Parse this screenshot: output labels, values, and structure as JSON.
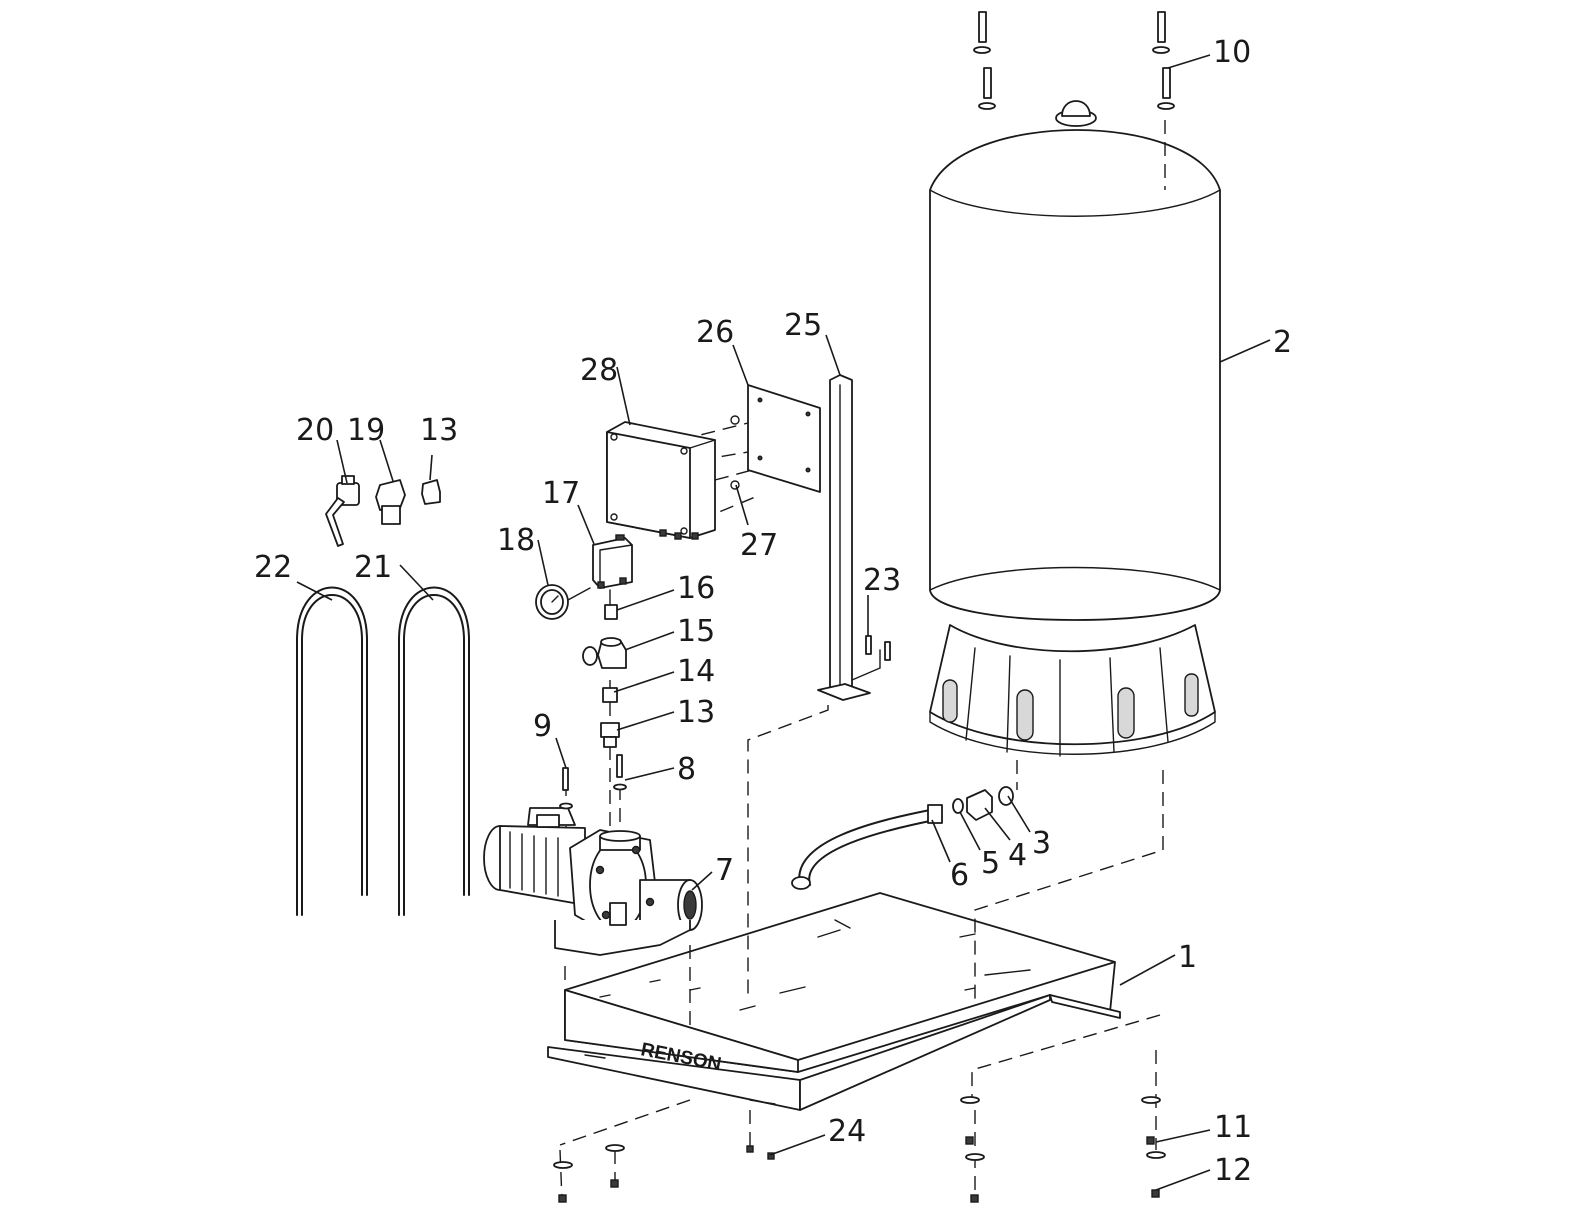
{
  "diagram": {
    "brand_label": "RENSON",
    "callouts": [
      "1",
      "2",
      "3",
      "4",
      "5",
      "6",
      "7",
      "8",
      "9",
      "10",
      "11",
      "12",
      "13",
      "13",
      "14",
      "15",
      "16",
      "17",
      "18",
      "19",
      "20",
      "21",
      "22",
      "23",
      "24",
      "25",
      "26",
      "27",
      "28"
    ]
  }
}
